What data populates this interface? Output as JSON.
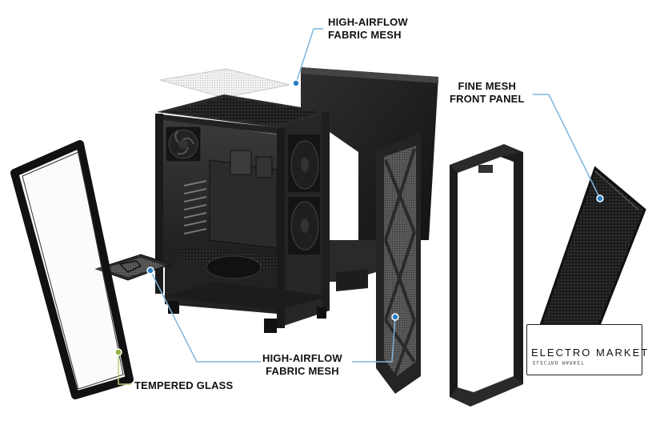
{
  "labels": {
    "top_mesh": {
      "line1": "HIGH-AIRFLOW",
      "line2": "FABRIC MESH"
    },
    "front_panel": {
      "line1": "FINE MESH",
      "line2": "FRONT PANEL"
    },
    "bottom_mesh": {
      "line1": "HIGH-AIRFLOW",
      "line2": "FABRIC MESH"
    },
    "glass": "TEMPERED GLASS"
  },
  "watermark": {
    "main": "ELECTRO MARKET",
    "sub": "ELECTRO MARKET"
  },
  "colors": {
    "leader_line": "#7fb6dc",
    "leader_dot": "#2a7fc4",
    "glass_leader": "#b7cf7a",
    "case_dark": "#1c1c1c",
    "case_mid": "#2c2c2c",
    "panel_gray": "#3a3a3a"
  }
}
